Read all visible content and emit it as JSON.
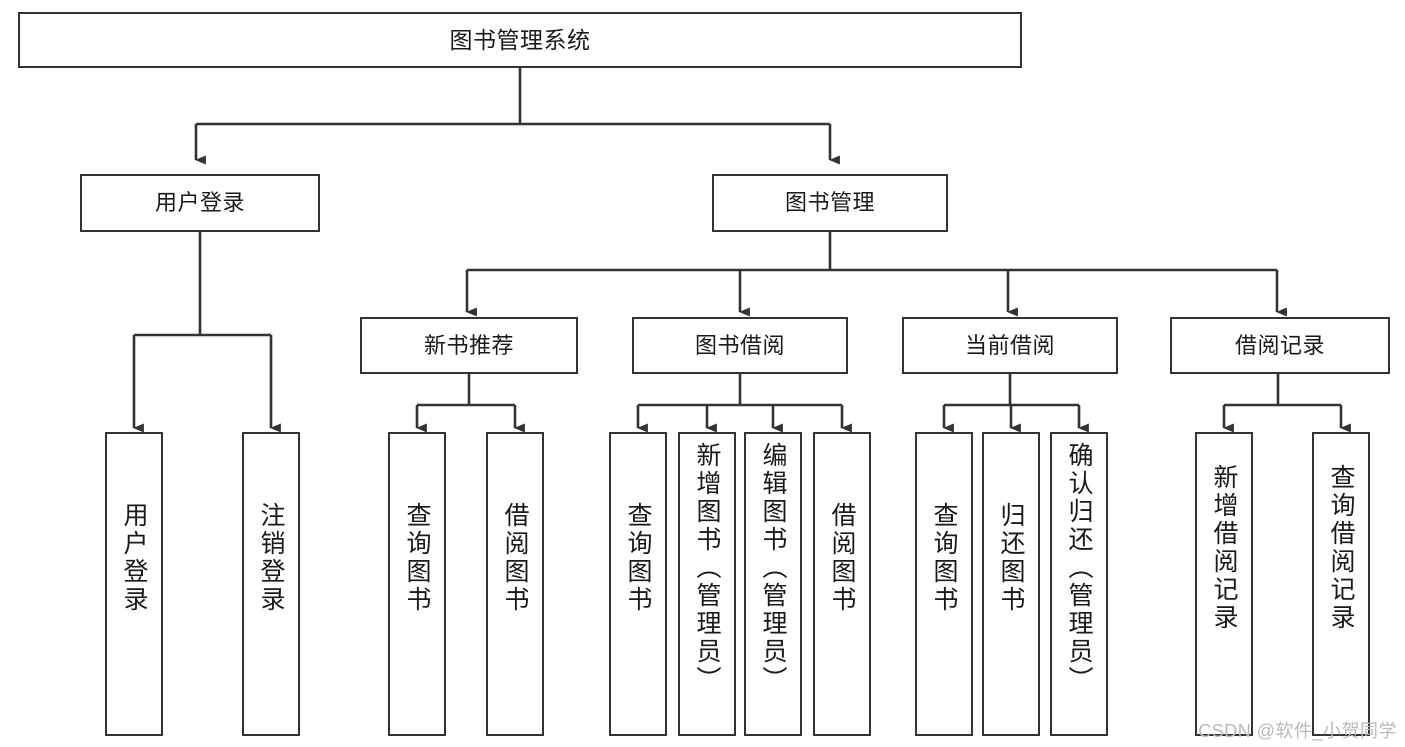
{
  "diagram": {
    "title": "图书管理系统",
    "watermark": "CSDN @软件_小贺同学",
    "line_color": "#333333",
    "box_border_color": "#333333",
    "background_color": "#ffffff",
    "text_color": "#1a1a1a",
    "nodes": {
      "root": {
        "label": "图书管理系统"
      },
      "level1": [
        {
          "id": "user-login",
          "label": "用户登录"
        },
        {
          "id": "book-manage",
          "label": "图书管理"
        }
      ],
      "level2": [
        {
          "id": "new-book-recommend",
          "label": "新书推荐"
        },
        {
          "id": "book-borrow",
          "label": "图书借阅"
        },
        {
          "id": "current-borrow",
          "label": "当前借阅"
        },
        {
          "id": "borrow-record",
          "label": "借阅记录"
        }
      ],
      "leaves": {
        "user_login": [
          {
            "id": "leaf-user-login",
            "label": "用户登录"
          },
          {
            "id": "leaf-logout-login",
            "label": "注销登录"
          }
        ],
        "new_book_recommend": [
          {
            "id": "leaf-query-book-1",
            "label": "查询图书"
          },
          {
            "id": "leaf-borrow-book-1",
            "label": "借阅图书"
          }
        ],
        "book_borrow": [
          {
            "id": "leaf-query-book-2",
            "label": "查询图书"
          },
          {
            "id": "leaf-add-book",
            "label": "新增图书（管理员）"
          },
          {
            "id": "leaf-edit-book",
            "label": "编辑图书（管理员）"
          },
          {
            "id": "leaf-borrow-book-2",
            "label": "借阅图书"
          }
        ],
        "current_borrow": [
          {
            "id": "leaf-query-book-3",
            "label": "查询图书"
          },
          {
            "id": "leaf-return-book",
            "label": "归还图书"
          },
          {
            "id": "leaf-confirm-return",
            "label": "确认归还（管理员）"
          }
        ],
        "borrow_record": [
          {
            "id": "leaf-add-borrow-record",
            "label": "新增借阅记录"
          },
          {
            "id": "leaf-query-borrow-record",
            "label": "查询借阅记录"
          }
        ]
      }
    }
  }
}
